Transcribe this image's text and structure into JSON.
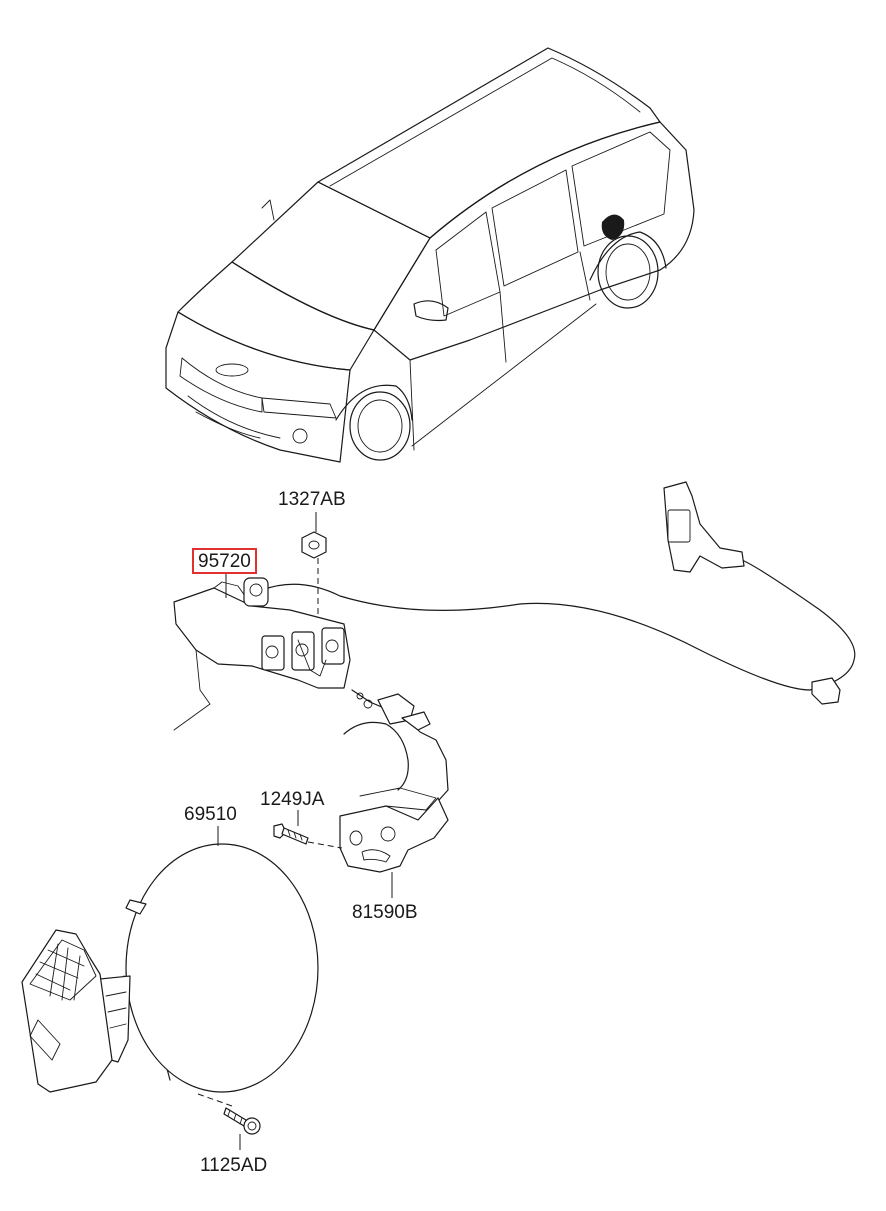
{
  "parts": {
    "p1327ab": {
      "number": "1327AB"
    },
    "p95720": {
      "number": "95720",
      "highlighted": true,
      "highlight_color": "#e03030"
    },
    "p1249ja": {
      "number": "1249JA"
    },
    "p69510": {
      "number": "69510"
    },
    "p81590b": {
      "number": "81590B"
    },
    "p1125ad": {
      "number": "1125AD"
    }
  },
  "line_color": "#1a1a1a"
}
